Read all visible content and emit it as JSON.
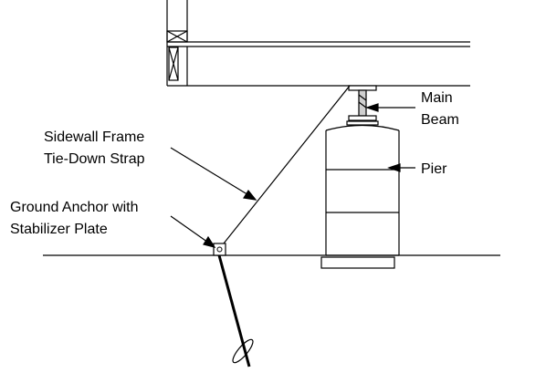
{
  "labels": {
    "main_beam_line1": "Main",
    "main_beam_line2": "Beam",
    "pier": "Pier",
    "strap_line1": "Sidewall Frame",
    "strap_line2": "Tie-Down Strap",
    "anchor_line1": "Ground Anchor with",
    "anchor_line2": "Stabilizer Plate"
  },
  "colors": {
    "line": "#000000",
    "background": "#ffffff"
  }
}
